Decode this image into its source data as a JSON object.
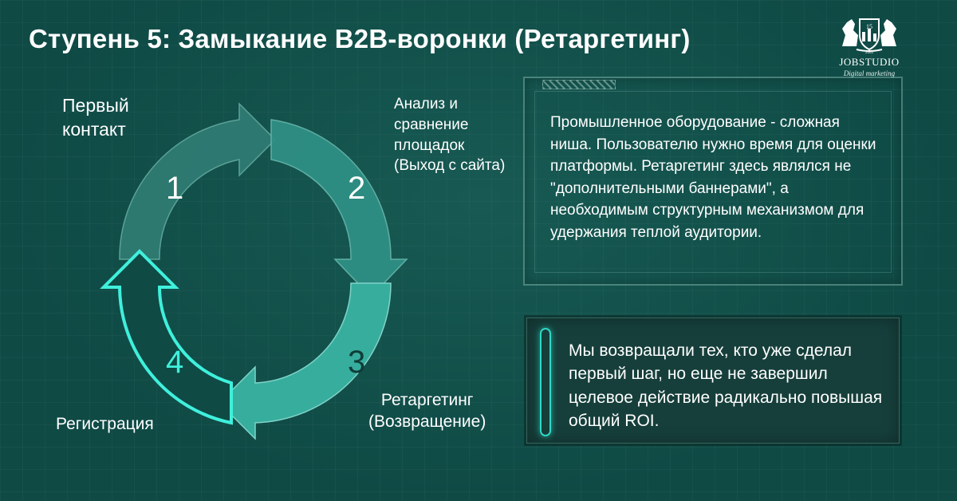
{
  "title": "Ступень 5: Замыкание B2B-воронки (Ретаргетинг)",
  "logo": {
    "emblem_number": "15",
    "emblem_year": "2005",
    "brand": "JOBSTUDIO",
    "tagline": "Digital marketing"
  },
  "cycle": {
    "stages": [
      {
        "number": "1",
        "label_lines": [
          "Первый",
          "контакт"
        ]
      },
      {
        "number": "2",
        "label_lines": [
          "Анализ и",
          "сравнение",
          "площадок",
          "(Выход с сайта)"
        ]
      },
      {
        "number": "3",
        "label_lines": [
          "Ретаргетинг",
          "(Возвращение)"
        ]
      },
      {
        "number": "4",
        "label_lines": [
          "Регистрация"
        ]
      }
    ]
  },
  "panel_info": {
    "text": "Промышленное оборудование - сложная ниша. Пользователю нужно время для оценки платформы. Ретаргетинг здесь являлся не \"дополнительными баннерами\", а необходимым структурным механизмом для удержания теплой аудитории."
  },
  "panel_result": {
    "text": "Мы возвращали тех, кто уже сделал первый шаг, но еще не завершил целевое действие радикально повышая общий ROI."
  },
  "colors": {
    "background": "#0f4a45",
    "arrow_1": "#2f7b72",
    "arrow_2": "#2f8f84",
    "arrow_3": "#37ad9e",
    "arrow_4_outline": "#3ff0dc",
    "accent": "#2fd8c5"
  }
}
